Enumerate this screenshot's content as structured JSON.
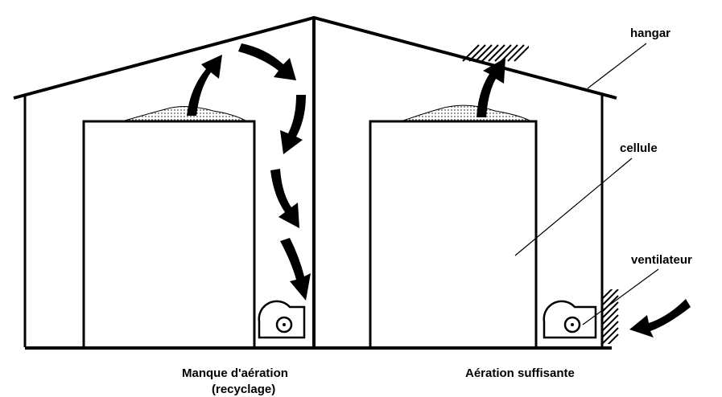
{
  "labels": {
    "hangar": "hangar",
    "cellule": "cellule",
    "ventilateur": "ventilateur",
    "left_caption_line1": "Manque d'aération",
    "left_caption_line2": "(recyclage)",
    "right_caption": "Aération suffisante"
  },
  "colors": {
    "ink": "#000000",
    "background": "#ffffff"
  }
}
